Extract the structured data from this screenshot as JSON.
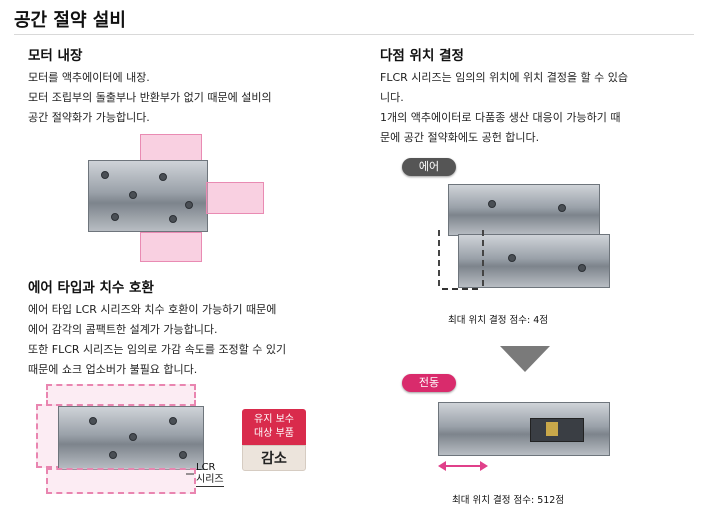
{
  "title": "공간 절약 설비",
  "left": {
    "sec1": {
      "heading": "모터 내장",
      "lines": [
        "모터를 액추에이터에 내장.",
        "모터 조립부의 돌출부나 반환부가 없기 때문에 설비의",
        "공간 절약화가 가능합니다."
      ]
    },
    "sec2": {
      "heading": "에어 타입과 치수 호환",
      "lines": [
        "에어 타입 LCR 시리즈와 치수 호환이 가능하기 때문에",
        "에어 감각의 콤팩트한 설계가 가능합니다.",
        "또한 FLCR 시리즈는 임의로 가감 속도를 조정할 수 있기",
        "때문에 쇼크 업소버가 불필요 합니다."
      ]
    },
    "lcr_label_1": "LCR",
    "lcr_label_2": "시리즈",
    "badge_top_1": "유지 보수",
    "badge_top_2": "대상 부품",
    "badge_bottom": "감소"
  },
  "right": {
    "heading": "다점 위치 결정",
    "lines": [
      "FLCR 시리즈는 임의의 위치에 위치 결정을 할 수 있습",
      "니다.",
      "1개의 액추에이터로 다품종 생산 대응이 가능하기 때",
      "문에 공간 절약화에도 공헌 합니다."
    ],
    "pill_air": "에어",
    "caption_air": "최대 위치 결정 점수: 4점",
    "pill_electric": "전동",
    "caption_electric": "최대 위치 결정 점수: 512점"
  },
  "colors": {
    "pill_air": "#555555",
    "pill_electric": "#d92b6c",
    "accent_pink": "#e0408a",
    "badge_red": "#d92b4c"
  }
}
